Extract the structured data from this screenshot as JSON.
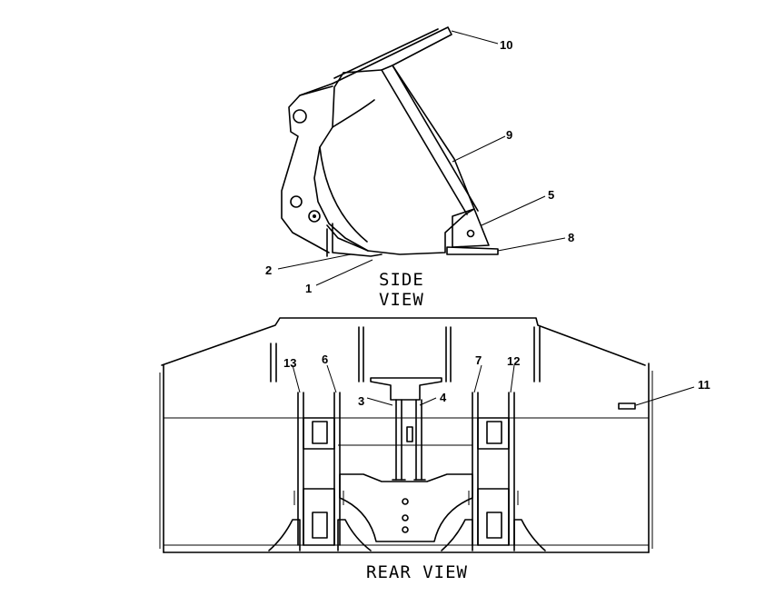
{
  "views": {
    "side_line1": "SIDE",
    "side_line2": "VIEW",
    "rear": "REAR VIEW"
  },
  "callouts": {
    "c1": "1",
    "c2": "2",
    "c3": "3",
    "c4": "4",
    "c5": "5",
    "c6": "6",
    "c7": "7",
    "c8": "8",
    "c9": "9",
    "c10": "10",
    "c11": "11",
    "c12": "12",
    "c13": "13"
  }
}
